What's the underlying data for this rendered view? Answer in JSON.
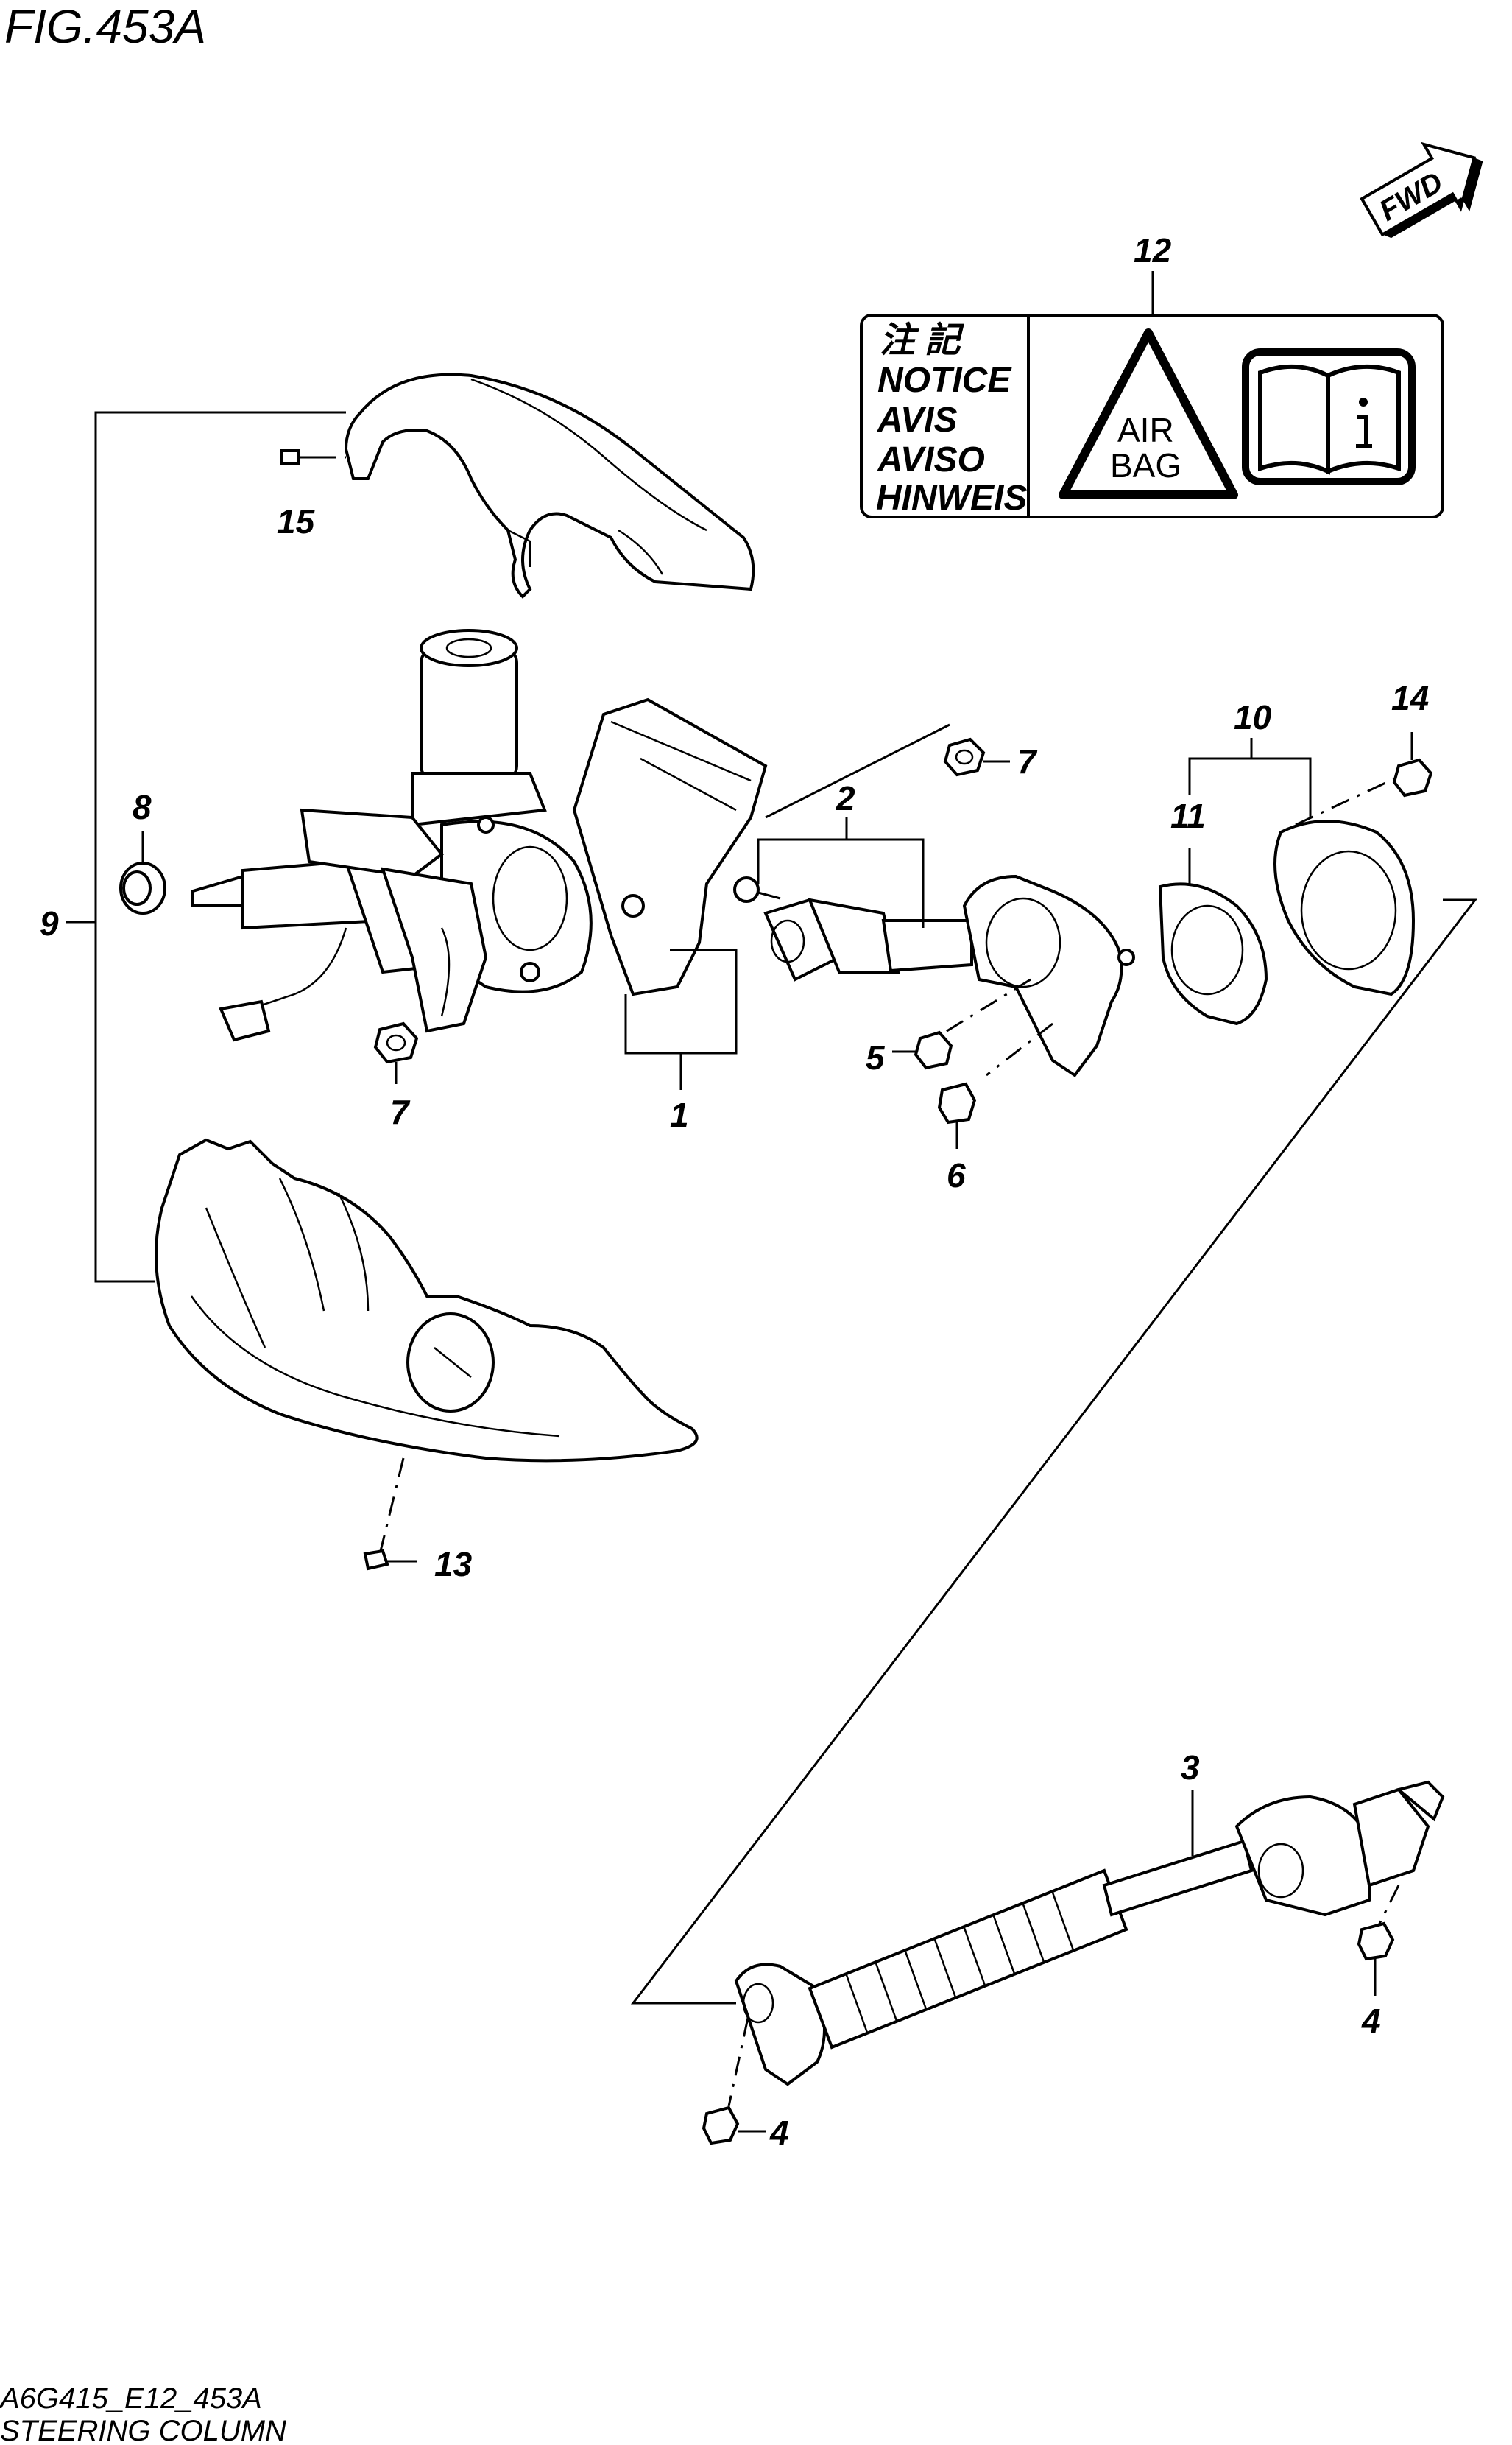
{
  "figure": {
    "title": "FIG.453A"
  },
  "direction": {
    "label": "FWD"
  },
  "warning_label": {
    "languages": [
      "注 記",
      "NOTICE",
      "AVIS",
      "AVISO",
      "HINWEIS"
    ],
    "airbag": [
      "AIR",
      "BAG"
    ],
    "info_icon": "book-info-icon"
  },
  "callouts": {
    "c1": "1",
    "c2": "2",
    "c3": "3",
    "c4a": "4",
    "c4b": "4",
    "c5": "5",
    "c6": "6",
    "c7a": "7",
    "c7b": "7",
    "c8": "8",
    "c9": "9",
    "c10": "10",
    "c11": "11",
    "c12": "12",
    "c13": "13",
    "c14": "14",
    "c15": "15"
  },
  "footer": {
    "code": "A6G415_E12_453A",
    "caption": "STEERING COLUMN"
  }
}
